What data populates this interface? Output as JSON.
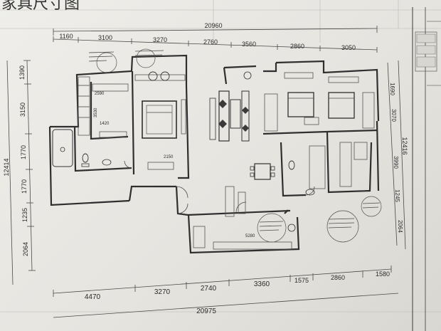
{
  "title": "家具尺寸图",
  "top_dims": {
    "overall": "20960",
    "segments": [
      "1160",
      "3100",
      "3270",
      "2760",
      "3560",
      "2860",
      "3050"
    ]
  },
  "bottom_dims": {
    "overall": "20975",
    "segments": [
      "4470",
      "3270",
      "2740",
      "3360",
      "1575",
      "2860",
      "1580"
    ]
  },
  "left_dims": {
    "overall": "12414",
    "segments": [
      "1390",
      "3150",
      "1770",
      "1770",
      "1235",
      "2064"
    ]
  },
  "right_dims": {
    "overall": "12416",
    "segments": [
      "1690",
      "3070",
      "3990",
      "1245",
      "2064"
    ]
  },
  "interior_dims": [
    "2590",
    "3530",
    "1420",
    "2150",
    "5280"
  ],
  "colors": {
    "paper": "#ecebe7",
    "ink": "#2f2f2f",
    "grid": "#b9b7b2"
  },
  "icons": [
    "bed-icon",
    "sofa-icon",
    "dining-table-icon",
    "toilet-icon",
    "bathtub-icon",
    "circle-note-icon"
  ]
}
